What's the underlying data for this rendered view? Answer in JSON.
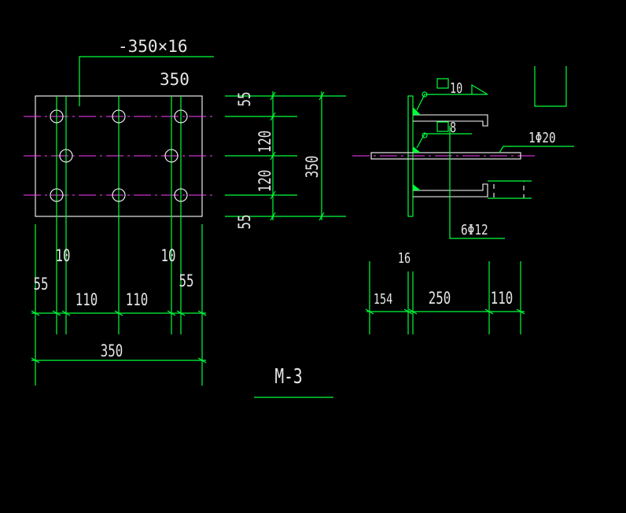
{
  "drawing": {
    "title": "M-3",
    "plate_spec": "-350×16",
    "plan_top_dim": "350",
    "plan_dims_bottom": {
      "left_55": "55",
      "left_10": "10",
      "mid_110_a": "110",
      "mid_110_b": "110",
      "right_10": "10",
      "right_55": "55",
      "overall": "350"
    },
    "elev_dims": {
      "top_55": "55",
      "upper_120": "120",
      "lower_120": "120",
      "bottom_55": "55",
      "overall": "350"
    },
    "side": {
      "weld_top": "10",
      "weld_mid": "8",
      "bar_main": "1Φ20",
      "anchor_bars": "6Φ12",
      "thickness": "16",
      "d154": "154",
      "d250": "250",
      "d110": "110"
    }
  },
  "colors": {
    "dimension_green": "#00ff3c",
    "centerline_magenta": "#ff3cff",
    "outline_white": "#ffffff",
    "background": "#000000"
  }
}
